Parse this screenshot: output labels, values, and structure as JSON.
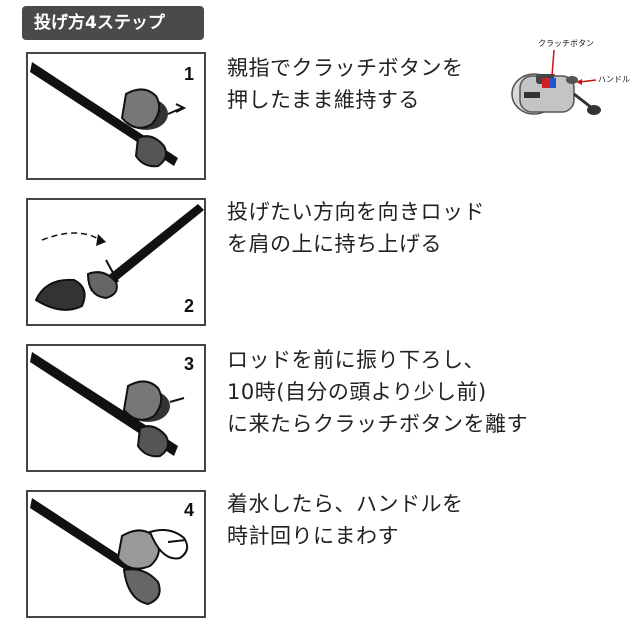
{
  "header": {
    "title": "投げ方4ステップ"
  },
  "steps": [
    {
      "number": "1",
      "lines": [
        "親指でクラッチボタンを",
        "押したまま維持する"
      ]
    },
    {
      "number": "2",
      "lines": [
        "投げたい方向を向きロッド",
        "を肩の上に持ち上げる"
      ]
    },
    {
      "number": "3",
      "lines": [
        "ロッドを前に振り下ろし、",
        "10時(自分の頭より少し前)",
        "に来たらクラッチボタンを離す"
      ]
    },
    {
      "number": "4",
      "lines": [
        "着水したら、ハンドルを",
        "時計回りにまわす"
      ]
    }
  ],
  "reel": {
    "clutch_label": "クラッチボタン",
    "handle_label": "ハンドル",
    "arrow_color": "#cc1111"
  }
}
